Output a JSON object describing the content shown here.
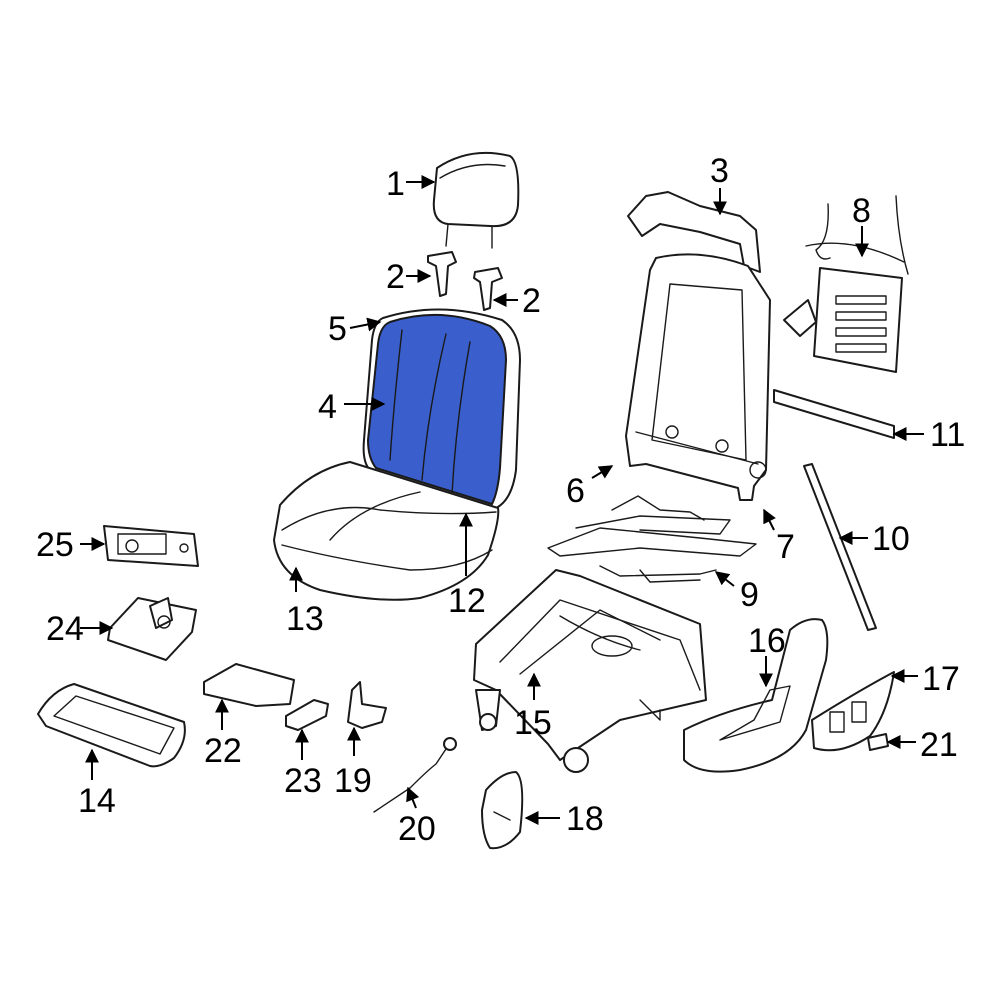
{
  "diagram": {
    "highlight_color": "#3a5fcd",
    "line_color": "#1a1a1a",
    "background": "#ffffff",
    "highlighted_part": "4",
    "callouts": {
      "c1": "1",
      "c2a": "2",
      "c2b": "2",
      "c3": "3",
      "c4": "4",
      "c5": "5",
      "c6": "6",
      "c7": "7",
      "c8": "8",
      "c9": "9",
      "c10": "10",
      "c11": "11",
      "c12": "12",
      "c13": "13",
      "c14": "14",
      "c15": "15",
      "c16": "16",
      "c17": "17",
      "c18": "18",
      "c19": "19",
      "c20": "20",
      "c21": "21",
      "c22": "22",
      "c23": "23",
      "c24": "24",
      "c25": "25"
    }
  }
}
